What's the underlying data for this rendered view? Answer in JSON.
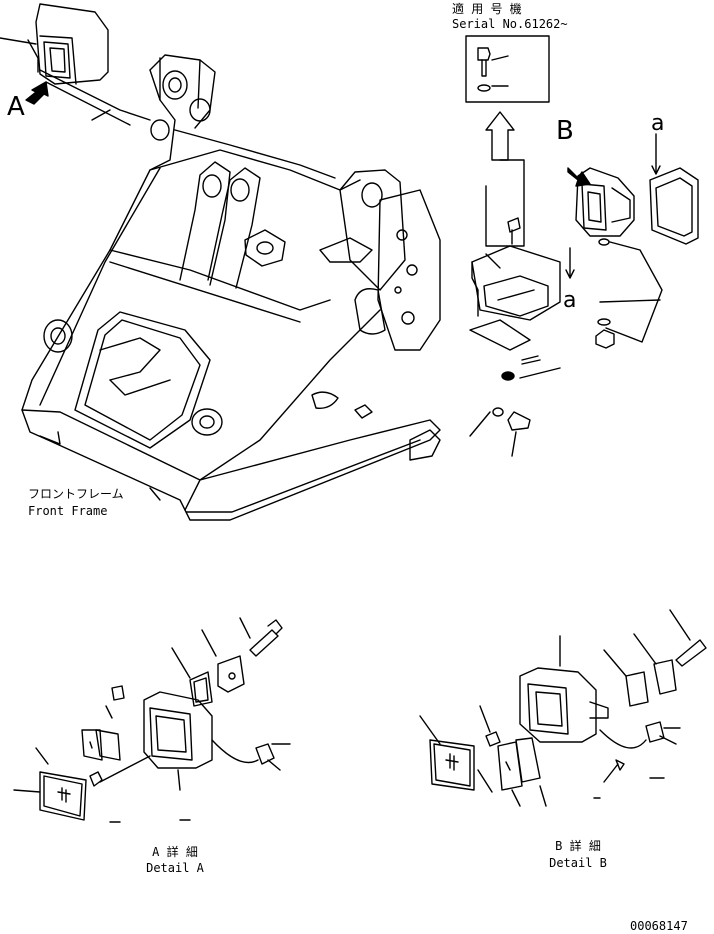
{
  "serial_jp": "適 用 号 機",
  "serial_en": "Serial No.61262~",
  "view_a": "A",
  "view_b": "B",
  "mark_a_upper": "a",
  "mark_a_lower": "a",
  "frame_jp": "フロントフレーム",
  "frame_en": "Front Frame",
  "detail_a_jp": "A 詳 細",
  "detail_a_en": "Detail A",
  "detail_b_jp": "B 詳 細",
  "detail_b_en": "Detail B",
  "drawing_no": "00068147"
}
